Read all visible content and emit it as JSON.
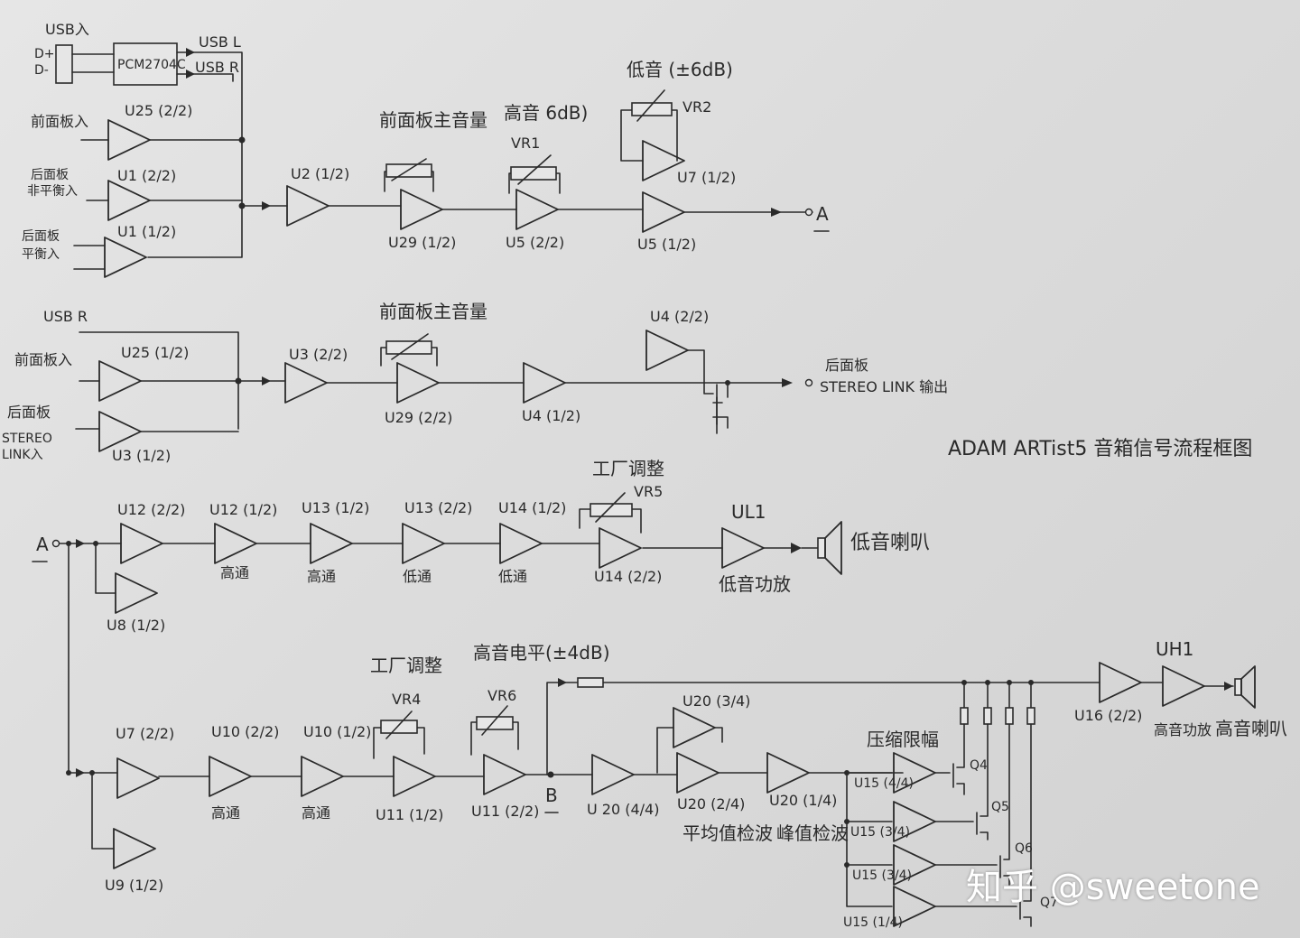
{
  "title": "ADAM ARTist5 音箱信号流程框图",
  "watermark": "知乎 @sweetone",
  "top_section": {
    "inputs": {
      "usb_in": "USB入",
      "d_plus": "D+",
      "d_minus": "D-",
      "front_in": "前面板入",
      "rear_unbal_line1": "后面板",
      "rear_unbal_line2": "非平衡入",
      "rear_bal_line1": "后面板",
      "rear_bal_line2": "平衡入"
    },
    "usb_chip": "PCM2704C",
    "usb_l": "USB L",
    "usb_r": "USB R",
    "amps": {
      "u25_2": "U25 (2/2)",
      "u1_2": "U1 (2/2)",
      "u1_1": "U1 (1/2)",
      "u2_1": "U2 (1/2)",
      "u29_1": "U29 (1/2)",
      "u5_2": "U5 (2/2)",
      "u5_1": "U5 (1/2)",
      "u7_1": "U7 (1/2)"
    },
    "controls": {
      "front_vol": "前面板主音量",
      "treble": "高音 6dB)",
      "vr1": "VR1",
      "bass": "低音 (±6dB)",
      "vr2": "VR2"
    },
    "output_a": "A"
  },
  "second_section": {
    "usb_r": "USB R",
    "front_in": "前面板入",
    "rear_label": "后面板",
    "stereo_link_in_line1": "STEREO",
    "stereo_link_in_line2": "LINK入",
    "amps": {
      "u25_1": "U25 (1/2)",
      "u3_1": "U3 (1/2)",
      "u3_2": "U3 (2/2)",
      "u29_2": "U29 (2/2)",
      "u4_1": "U4 (1/2)",
      "u4_2": "U4 (2/2)"
    },
    "front_vol": "前面板主音量",
    "output_line1": "后面板",
    "output_line2": "STEREO LINK 输出"
  },
  "woofer_chain": {
    "input_a": "A",
    "amps": {
      "u12_2": "U12 (2/2)",
      "u12_1": "U12 (1/2)",
      "u13_1": "U13 (1/2)",
      "u13_2": "U13 (2/2)",
      "u14_1": "U14 (1/2)",
      "u14_2": "U14 (2/2)",
      "u8_1": "U8 (1/2)",
      "ul1": "UL1"
    },
    "stages": [
      "高通",
      "高通",
      "低通",
      "低通"
    ],
    "factory_adj": "工厂调整",
    "vr5": "VR5",
    "bass_amp": "低音功放",
    "bass_speaker": "低音喇叭"
  },
  "tweeter_chain": {
    "amps": {
      "u7_2": "U7 (2/2)",
      "u10_2": "U10 (2/2)",
      "u10_1": "U10 (1/2)",
      "u11_1": "U11 (1/2)",
      "u11_2": "U11 (2/2)",
      "u9_1": "U9 (1/2)",
      "u20_4": "U 20 (4/4)",
      "u20_3": "U20 (3/4)",
      "u20_2": "U20 (2/4)",
      "u20_1": "U20 (1/4)",
      "u15_4": "U15 (4/4)",
      "u15_3": "U15 (3/4)",
      "u15_2": "U15 (3/4)",
      "u15_1": "U15 (1/4)",
      "u16_2": "U16 (2/2)",
      "uh1": "UH1"
    },
    "stages": [
      "高通",
      "高通"
    ],
    "factory_adj": "工厂调整",
    "vr4": "VR4",
    "treble_level": "高音电平(±4dB)",
    "vr6": "VR6",
    "node_b": "B",
    "avg_detect": "平均值检波",
    "peak_detect": "峰值检波",
    "limiter": "压缩限幅",
    "transistors": [
      "Q4",
      "Q5",
      "Q6",
      "Q7"
    ],
    "treble_amp": "高音功放",
    "treble_speaker": "高音喇叭"
  }
}
